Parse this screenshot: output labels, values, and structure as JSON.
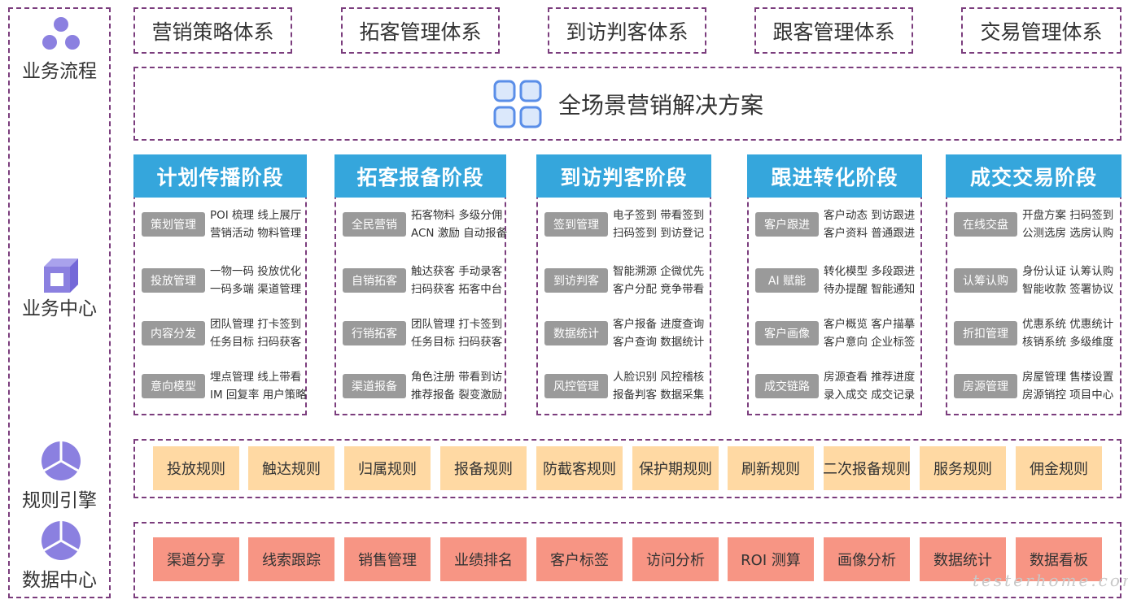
{
  "sidebar": {
    "process": "业务流程",
    "center": "业务中心",
    "rules": "规则引擎",
    "data": "数据中心"
  },
  "systems": [
    "营销策略体系",
    "拓客管理体系",
    "到访判客体系",
    "跟客管理体系",
    "交易管理体系"
  ],
  "banner": {
    "title": "全场景营销解决方案"
  },
  "stages": [
    {
      "title": "计划传播阶段",
      "items": [
        {
          "tag": "策划管理",
          "line1": "POI 梳理  线上展厅",
          "line2": "营销活动  物料管理"
        },
        {
          "tag": "投放管理",
          "line1": "一物一码  投放优化",
          "line2": "一码多端  渠道管理"
        },
        {
          "tag": "内容分发",
          "line1": "团队管理  打卡签到",
          "line2": "任务目标  扫码获客"
        },
        {
          "tag": "意向模型",
          "line1": "埋点管理  线上带看",
          "line2": "IM 回复率  用户策略"
        }
      ]
    },
    {
      "title": "拓客报备阶段",
      "items": [
        {
          "tag": "全民营销",
          "line1": "拓客物料  多级分佣",
          "line2": "ACN 激励  自动报备"
        },
        {
          "tag": "自销拓客",
          "line1": "触达获客  手动录客",
          "line2": "扫码获客  拓客中台"
        },
        {
          "tag": "行销拓客",
          "line1": "团队管理  打卡签到",
          "line2": "任务目标  扫码获客"
        },
        {
          "tag": "渠道报备",
          "line1": "角色注册  带看到访",
          "line2": "推荐报备  裂变激励"
        }
      ]
    },
    {
      "title": "到访判客阶段",
      "items": [
        {
          "tag": "签到管理",
          "line1": "电子签到  带看签到",
          "line2": "扫码签到  到访登记"
        },
        {
          "tag": "到访判客",
          "line1": "智能溯源  企微优先",
          "line2": "客户分配  竞争带看"
        },
        {
          "tag": "数据统计",
          "line1": "客户报备  进度查询",
          "line2": "客户查询  数据统计"
        },
        {
          "tag": "风控管理",
          "line1": "人脸识别  风控稽核",
          "line2": "报备判客  数据采集"
        }
      ]
    },
    {
      "title": "跟进转化阶段",
      "items": [
        {
          "tag": "客户跟进",
          "line1": "客户动态  到访跟进",
          "line2": "客户资料  普通跟进"
        },
        {
          "tag": "AI 赋能",
          "line1": "转化模型  多段跟进",
          "line2": "待办提醒  智能通知"
        },
        {
          "tag": "客户画像",
          "line1": "客户概览  客户描摹",
          "line2": "客户意向  企业标签"
        },
        {
          "tag": "成交链路",
          "line1": "房源查看  推荐进度",
          "line2": "录入成交  成交记录"
        }
      ]
    },
    {
      "title": "成交交易阶段",
      "items": [
        {
          "tag": "在线交盘",
          "line1": "开盘方案  扫码签到",
          "line2": "公测选房  选房认购"
        },
        {
          "tag": "认筹认购",
          "line1": "身份认证  认筹认购",
          "line2": "智能收款  签署协议"
        },
        {
          "tag": "折扣管理",
          "line1": "优惠系统  优惠统计",
          "line2": "核销系统  多级维度"
        },
        {
          "tag": "房源管理",
          "line1": "房屋管理  售楼设置",
          "line2": "房源销控  项目中心"
        }
      ]
    }
  ],
  "rules": [
    "投放规则",
    "触达规则",
    "归属规则",
    "报备规则",
    "防截客规则",
    "保护期规则",
    "刷新规则",
    "二次报备规则",
    "服务规则",
    "佣金规则"
  ],
  "data_items": [
    "渠道分享",
    "线索跟踪",
    "销售管理",
    "业绩排名",
    "客户标签",
    "访问分析",
    "ROI 测算",
    "画像分析",
    "数据统计",
    "数据看板"
  ],
  "watermark": "testerhome.com",
  "colors": {
    "dash_border": "#7b3d7d",
    "stage_header": "#35a6dc",
    "tag_gray": "#9a9a9a",
    "icon_purple": "#8b80e0",
    "rule_fill": "#ffd9a3",
    "data_fill": "#f79584",
    "logo_blue": "#5a8ee8"
  }
}
